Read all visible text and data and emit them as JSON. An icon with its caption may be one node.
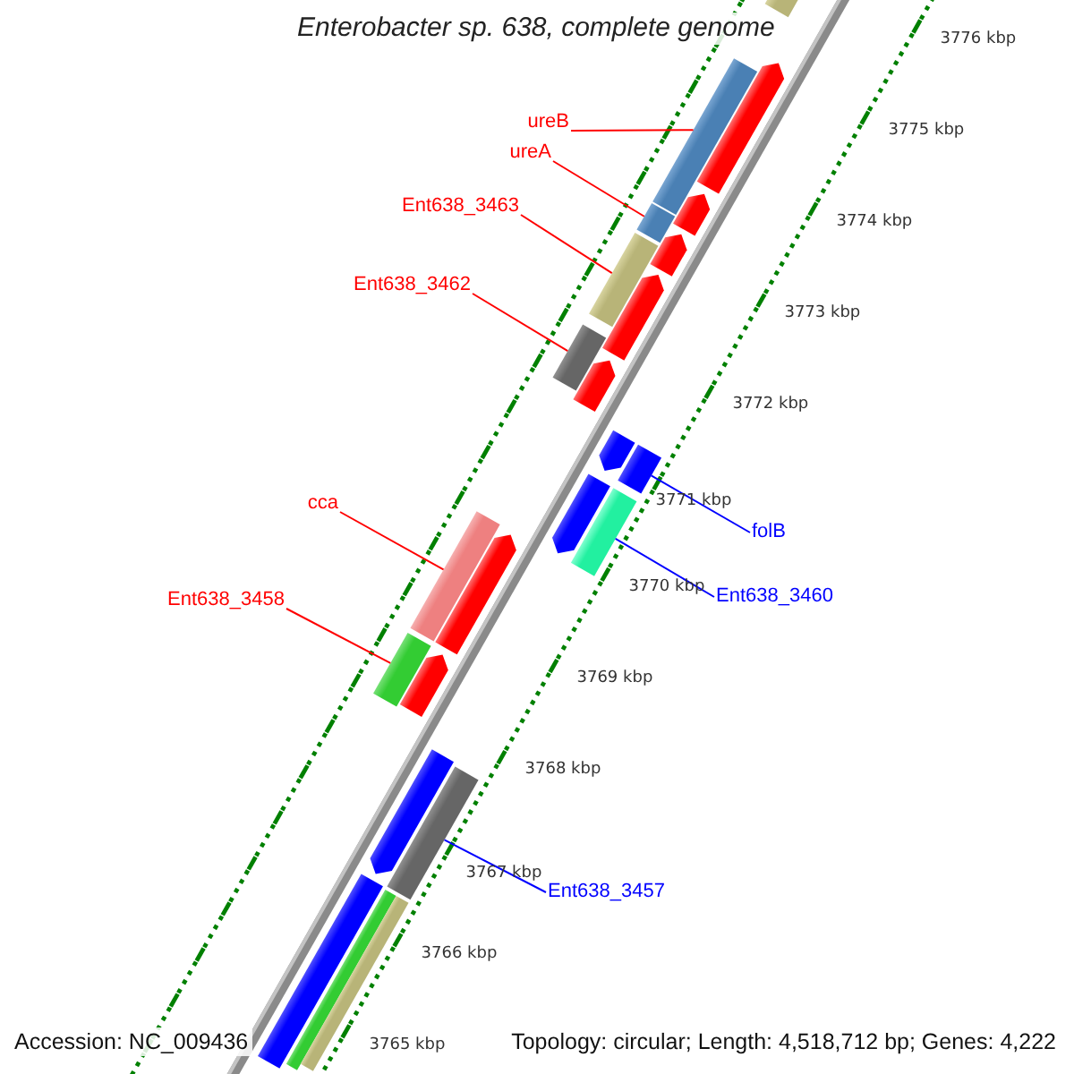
{
  "diagram": {
    "title": "Enterobacter sp. 638, complete genome",
    "nodes": [
      {
        "text": [
          "ureB"
        ]
      },
      {
        "text": [
          "ureA"
        ]
      },
      {
        "text": [
          "Ent638_3463"
        ]
      },
      {
        "text": [
          "Ent638_3462"
        ]
      },
      {
        "text": [
          "folB"
        ]
      },
      {
        "text": [
          "cca"
        ]
      },
      {
        "text": [
          "Ent638_3460"
        ]
      },
      {
        "text": [
          "Ent638_3458"
        ]
      },
      {
        "text": [
          "Ent638_3457"
        ]
      },
      {
        "text": [],
        "shape": "bar"
      },
      {
        "text": [],
        "shape": "arrow"
      },
      {
        "text": [],
        "shape": "bar"
      },
      {
        "text": [],
        "shape": "arrow"
      },
      {
        "text": [],
        "shape": "bar"
      },
      {
        "text": [],
        "shape": "arrow"
      },
      {
        "text": [],
        "shape": "bar"
      },
      {
        "text": [],
        "shape": "arrow"
      },
      {
        "text": [],
        "shape": "bar"
      },
      {
        "text": [],
        "shape": "arrow"
      },
      {
        "text": [],
        "shape": "arrow"
      },
      {
        "text": [],
        "shape": "bar"
      },
      {
        "text": [],
        "shape": "arrow"
      },
      {
        "text": [],
        "shape": "bar"
      },
      {
        "text": [],
        "shape": "bar"
      },
      {
        "text": [],
        "shape": "arrow"
      },
      {
        "text": [],
        "shape": "bar"
      },
      {
        "text": [],
        "shape": "arrow"
      },
      {
        "text": [],
        "shape": "arrow"
      },
      {
        "text": [],
        "shape": "bar"
      },
      {
        "text": [],
        "shape": "bar"
      },
      {
        "text": [],
        "shape": "bar"
      },
      {
        "text": [],
        "shape": "bar"
      }
    ],
    "edges": [
      {
        "from": 0,
        "to": 11,
        "arrow": "none"
      },
      {
        "from": 1,
        "to": 13,
        "arrow": "none"
      },
      {
        "from": 2,
        "to": 15,
        "arrow": "none"
      },
      {
        "from": 3,
        "to": 17,
        "arrow": "none"
      },
      {
        "from": 4,
        "to": 20,
        "arrow": "none",
        "color": "#0000ff"
      },
      {
        "from": 5,
        "to": 23,
        "arrow": "none"
      },
      {
        "from": 6,
        "to": 22,
        "arrow": "none",
        "color": "#0000ff"
      },
      {
        "from": 7,
        "to": 25,
        "arrow": "none"
      },
      {
        "from": 8,
        "to": 28,
        "arrow": "none",
        "color": "#0000ff"
      }
    ],
    "labels": [
      "3776 kbp",
      "3775 kbp",
      "3774 kbp",
      "3773 kbp",
      "3772 kbp",
      "3771 kbp",
      "3770 kbp",
      "3769 kbp",
      "3768 kbp",
      "3767 kbp",
      "3766 kbp",
      "3765 kbp",
      "Accession: NC_009436",
      "Topology: circular; Length: 4,518,712 bp; Genes: 4,222"
    ]
  }
}
